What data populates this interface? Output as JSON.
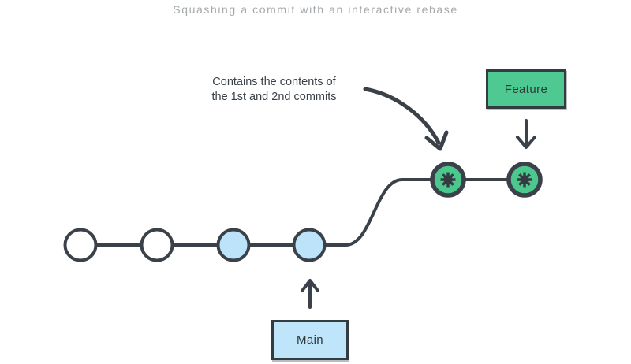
{
  "title": "Squashing a commit with an interactive rebase",
  "annotation": {
    "line1": "Contains the contents of",
    "line2": "the 1st and 2nd commits"
  },
  "branch_labels": {
    "feature": "Feature",
    "main": "Main"
  },
  "nodes": {
    "main": [
      {
        "fill": "#ffffff",
        "kind": "commit"
      },
      {
        "fill": "#ffffff",
        "kind": "commit"
      },
      {
        "fill": "#bce3f9",
        "kind": "commit"
      },
      {
        "fill": "#bce3f9",
        "kind": "commit"
      }
    ],
    "feature": [
      {
        "fill": "#4cc88f",
        "kind": "squashed-commit"
      },
      {
        "fill": "#4cc88f",
        "kind": "squashed-commit"
      }
    ]
  },
  "colors": {
    "stroke_dark": "#3a4149",
    "node_white": "#ffffff",
    "node_blue": "#bce3f9",
    "node_green": "#4cc88f",
    "feature_box_green": "#4ec992",
    "main_box_blue": "#bfe5fa",
    "title_gray": "#a5a9ac",
    "text_dark": "#3a4149",
    "background": "#ffffff"
  }
}
